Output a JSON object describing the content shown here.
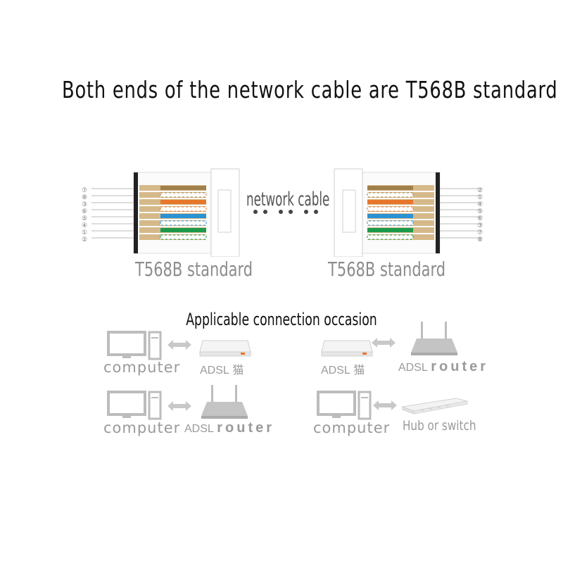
{
  "title": "Both ends of the network cable are T568B standard",
  "cable_label": "network cable",
  "left_connector": {
    "label": "T568B standard",
    "pin_numbers": [
      "⑦",
      "⑧",
      "③",
      "⑥",
      "⑤",
      "④",
      "①",
      "②"
    ],
    "wire_colors": [
      "#a0804a",
      "#a0804a",
      "#e8762a",
      "#2a93d5",
      "#2a93d5",
      "#a0804a",
      "#1a9a4a",
      "#1a9a4a"
    ]
  },
  "right_connector": {
    "label": "T568B standard",
    "pin_numbers": [
      "②",
      "①",
      "④",
      "⑤",
      "⑥",
      "③",
      "⑦",
      "⑧"
    ]
  },
  "occasion_title": "Applicable connection occasion",
  "connections": [
    {
      "left": "computer",
      "right_prefix": "ADSL",
      "right_suffix": "猫"
    },
    {
      "left_prefix": "ADSL",
      "left_suffix": "猫",
      "right_prefix": "ADSL",
      "right_suffix": "router"
    },
    {
      "left": "computer",
      "right_prefix": "ADSL",
      "right_suffix": "router"
    },
    {
      "left": "computer",
      "right": "Hub or switch"
    }
  ],
  "colors": {
    "brown": "#a0804a",
    "orange": "#e8762a",
    "blue": "#2a93d5",
    "green": "#1a9a4a",
    "device_gray": "#c8c8c8"
  }
}
